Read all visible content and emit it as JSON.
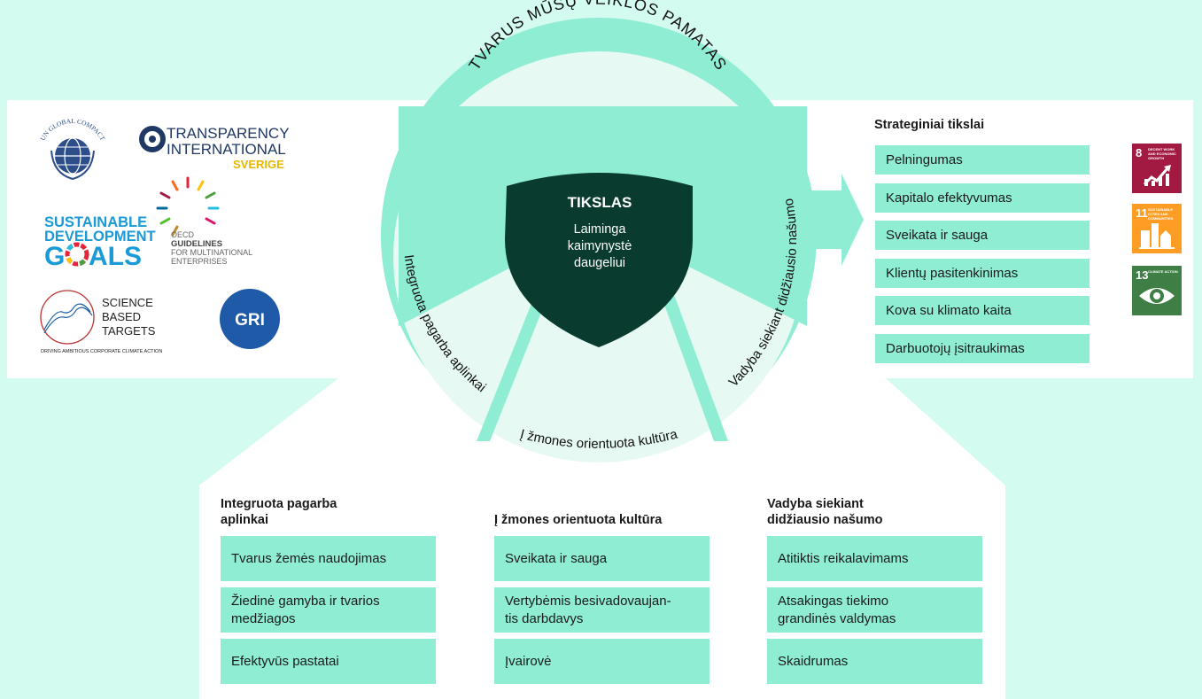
{
  "ring_title": "TVARUS MŪSŲ VEIKLOS PAMATAS",
  "center": {
    "title": "TIKSLAS",
    "subtitle_lines": [
      "Laiminga",
      "kaimynystė",
      "daugeliui"
    ]
  },
  "ring_sections": {
    "left": "Integruota pagarba aplinkai",
    "bottom": "Į žmones orientuota kultūra",
    "right": "Vadyba siekiant didžiausio našumo"
  },
  "logos": {
    "un_global_compact": "UN GLOBAL COMPACT",
    "transparency": [
      "TRANSPARENCY",
      "INTERNATIONAL",
      "SVERIGE"
    ],
    "sdg_logo": [
      "SUSTAINABLE",
      "DEVELOPMENT",
      "G",
      "ALS"
    ],
    "oecd": [
      "OECD",
      "GUIDELINES",
      "FOR MULTINATIONAL",
      "ENTERPRISES"
    ],
    "sbt": [
      "SCIENCE",
      "BASED",
      "TARGETS"
    ],
    "sbt_tagline": "DRIVING AMBITIOUS CORPORATE CLIMATE ACTION",
    "gri": "GRI"
  },
  "strategic": {
    "title": "Strateginiai tikslai",
    "items": [
      "Pelningumas",
      "Kapitalo efektyvumas",
      "Sveikata ir sauga",
      "Klientų pasitenkinimas",
      "Kova su klimato kaita",
      "Darbuotojų įsitraukimas"
    ]
  },
  "sdg_icons": [
    {
      "num": "8",
      "text": "DECENT WORK AND ECONOMIC GROWTH",
      "color": "#a21942",
      "icon": "growth-chart-icon"
    },
    {
      "num": "11",
      "text": "SUSTAINABLE CITIES AND COMMUNITIES",
      "color": "#fd9d24",
      "icon": "city-icon"
    },
    {
      "num": "13",
      "text": "CLIMATE ACTION",
      "color": "#3f7e44",
      "icon": "eye-globe-icon"
    }
  ],
  "pillars": [
    {
      "title_lines": [
        "Integruota pagarba",
        "aplinkai"
      ],
      "items": [
        [
          "Tvarus žemės naudojimas"
        ],
        [
          "Žiedinė gamyba ir tvarios",
          "medžiagos"
        ],
        [
          "Efektyvūs pastatai"
        ]
      ]
    },
    {
      "title_lines": [
        "Į žmones orientuota kultūra"
      ],
      "items": [
        [
          "Sveikata ir sauga"
        ],
        [
          "Vertybėmis besivadovaujan-",
          "tis darbdavys"
        ],
        [
          "Įvairovė"
        ]
      ]
    },
    {
      "title_lines": [
        "Vadyba siekiant",
        "didžiausio našumo"
      ],
      "items": [
        [
          "Atitiktis reikalavimams"
        ],
        [
          "Atsakingas tiekimo",
          "grandinės valdymas"
        ],
        [
          "Skaidrumas"
        ]
      ]
    }
  ],
  "colors": {
    "background": "#d3fbf0",
    "ring": "#8eedd3",
    "inner": "#e6f9f3",
    "shield": "#093c2f",
    "box": "#8eedd3"
  }
}
